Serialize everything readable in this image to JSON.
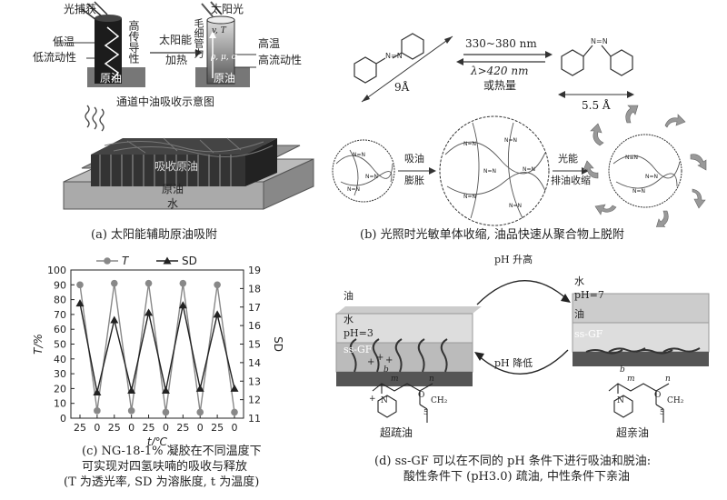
{
  "panel_a": {
    "light_capture": "光捕获",
    "sunlight": "太阳光",
    "low_temp": "低温",
    "low_fluidity": "低流动性",
    "high_conductivity": "高传导性",
    "solar_heating_1": "太阳能",
    "solar_heating_2": "加热",
    "capillary_force": "毛细管力",
    "high_temp": "高温",
    "high_fluidity": "高流动性",
    "crude_oil_left": "原油",
    "crude_oil_right": "原油",
    "v_t": "v, T",
    "rho_mu_sigma": "ρ, μ, σ",
    "channel_title": "通道中油吸收示意图",
    "absorb_label": "吸收原油",
    "layer_oil": "原油",
    "layer_water": "水",
    "caption": "(a) 太阳能辅助原油吸附"
  },
  "panel_b": {
    "range_uv": "330~380 nm",
    "range_vis": "λ>420 nm",
    "or_heat": "或热量",
    "len_trans": "9Å",
    "len_cis": "5.5 Å",
    "nn": "N=N",
    "absorb_1": "吸油",
    "absorb_2": "膨胀",
    "light_1": "光能",
    "light_2": "排油收缩",
    "caption": "(b) 光照时光敏单体收缩, 油品快速从聚合物上脱附"
  },
  "chart_data": {
    "type": "line",
    "x_ticks": [
      "25",
      "0",
      "25",
      "0",
      "25",
      "0",
      "25",
      "0",
      "25",
      "0"
    ],
    "xlabel": "t/℃",
    "ylabel_left": "T/%",
    "ylabel_right": "SD",
    "y_left_range": [
      0,
      100
    ],
    "y_right_range": [
      11,
      19
    ],
    "y_left_ticks": [
      "0",
      "10",
      "20",
      "30",
      "40",
      "50",
      "60",
      "70",
      "80",
      "90",
      "100"
    ],
    "y_right_ticks": [
      "11",
      "12",
      "13",
      "14",
      "15",
      "16",
      "17",
      "18",
      "19"
    ],
    "legend_placement": "top-center",
    "series": [
      {
        "name": "T",
        "axis": "left",
        "marker": "circle",
        "color": "#888888",
        "values": [
          90,
          5,
          91,
          5,
          91,
          4,
          91,
          4,
          90,
          4
        ]
      },
      {
        "name": "SD",
        "axis": "right",
        "marker": "triangle",
        "color": "#222222",
        "values": [
          17.2,
          12.4,
          16.3,
          12.5,
          16.7,
          12.5,
          17.1,
          12.6,
          16.6,
          12.6
        ]
      }
    ],
    "caption_lines": [
      "(c) NG-18-1% 凝胶在不同温度下",
      "可实现对四氢呋喃的吸收与释放",
      "(T 为透光率, SD 为溶胀度, t 为温度)"
    ]
  },
  "panel_d": {
    "ph_up": "pH 升高",
    "ph_down": "pH 降低",
    "oil_left": "油",
    "water_left": "水",
    "ph3": "pH=3",
    "ssgf_left": "ss-GF",
    "water_right": "水",
    "ph7": "pH=7",
    "oil_right": "油",
    "ssgf_right": "ss-GF",
    "b": "b",
    "m": "m",
    "n": "n",
    "o": "O",
    "ch2": "CH₂",
    "five": "5",
    "plus": "+",
    "n_atom": "N",
    "superoleophobic": "超疏油",
    "superoleophilic": "超亲油",
    "caption_lines": [
      "(d) ss-GF 可以在不同的 pH 条件下进行吸油和脱油:",
      "酸性条件下 (pH3.0) 疏油, 中性条件下亲油"
    ]
  }
}
